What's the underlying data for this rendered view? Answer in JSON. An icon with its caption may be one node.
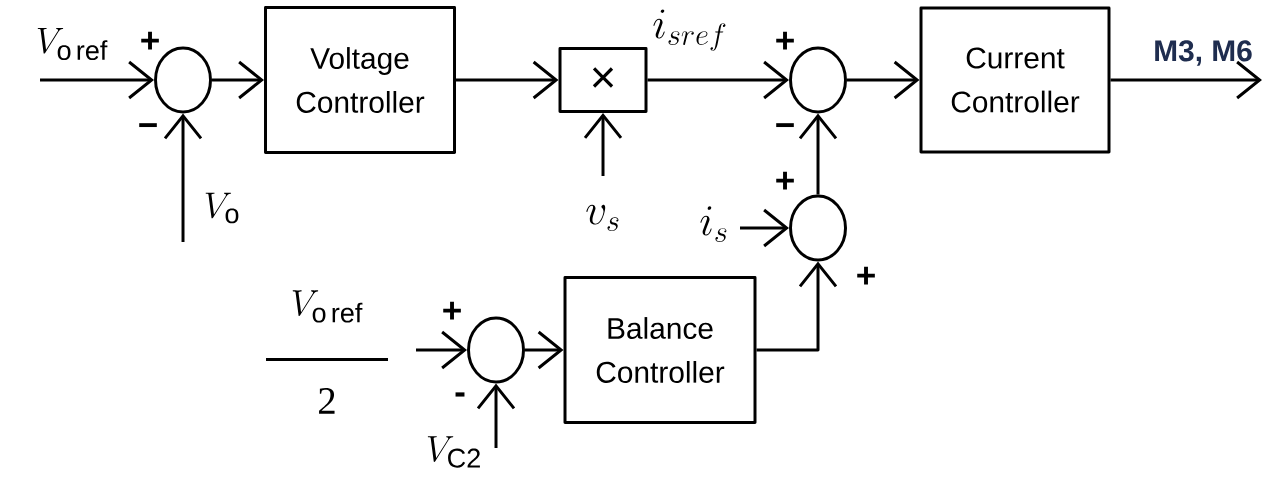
{
  "diagram": {
    "nodes": [
      {
        "text": [
          "V_{\\mathrm{o\\,ref}}"
        ]
      },
      {
        "text": [],
        "shape": "circle"
      },
      {
        "text": [
          "Voltage Controller"
        ]
      },
      {
        "text": [
          "×"
        ]
      },
      {
        "text": [
          "V_{\\mathrm{o}}"
        ]
      },
      {
        "text": [
          "v_{s}"
        ]
      },
      {
        "text": [],
        "shape": "circle"
      },
      {
        "text": [
          "Current Controller"
        ]
      },
      {
        "text": [
          "i_{s}"
        ]
      },
      {
        "text": [],
        "shape": "circle"
      },
      {
        "text": [
          "V_{\\mathrm{o\\,ref}}",
          "2"
        ]
      },
      {
        "text": [],
        "shape": "circle"
      },
      {
        "text": [
          "Balance Controller"
        ]
      },
      {
        "text": [
          "V_{\\mathrm{C2}}"
        ]
      }
    ],
    "edges": [
      {
        "from": 0,
        "to": 1,
        "arrow": "to"
      },
      {
        "from": 1,
        "to": 2,
        "arrow": "to"
      },
      {
        "from": 2,
        "to": 3,
        "arrow": "to"
      },
      {
        "from": 4,
        "to": 1,
        "arrow": "to"
      },
      {
        "from": 5,
        "to": 3,
        "arrow": "to"
      },
      {
        "from": 3,
        "to": 6,
        "arrow": "to",
        "label": "i_{sref}"
      },
      {
        "from": 6,
        "to": 7,
        "arrow": "to"
      },
      {
        "from": 7,
        "to": null,
        "arrow": "to",
        "label": "M3, M6"
      },
      {
        "from": 9,
        "to": 6,
        "arrow": "to"
      },
      {
        "from": 8,
        "to": 9,
        "arrow": "to"
      },
      {
        "from": 10,
        "to": 11,
        "arrow": "to"
      },
      {
        "from": 13,
        "to": 11,
        "arrow": "to"
      },
      {
        "from": 11,
        "to": 12,
        "arrow": "to"
      },
      {
        "from": 12,
        "to": 9,
        "arrow": "to"
      }
    ],
    "labels": [
      "+",
      "−",
      "+",
      "−",
      "+",
      "+",
      "+",
      "-"
    ]
  }
}
